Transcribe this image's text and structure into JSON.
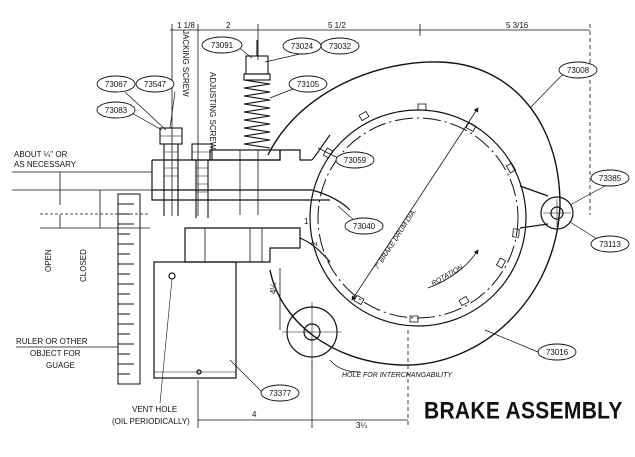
{
  "title": "BRAKE ASSEMBLY",
  "part_numbers": {
    "p73091": "73091",
    "p73024": "73024",
    "p73032": "73032",
    "p73067": "73067",
    "p73547": "73547",
    "p73105": "73105",
    "p73083": "73083",
    "p73008": "73008",
    "p73059": "73059",
    "p73385": "73385",
    "p73040": "73040",
    "p73113": "73113",
    "p73016": "73016",
    "p73377": "73377"
  },
  "dimensions": {
    "d1": "1 1/8",
    "d2": "2",
    "d3": "5 1/2",
    "d4": "5 3/16",
    "d5": "4",
    "d6": "3¼",
    "d7": "4¼",
    "d8": "2",
    "d9": "1"
  },
  "labels": {
    "jacking_screw": "JACKING SCREW",
    "adjusting_screw": "ADJUSTING SCREW",
    "about_line1": "ABOUT ¼\" OR",
    "about_line2": "AS NECESSARY",
    "open": "OPEN",
    "closed": "CLOSED",
    "ruler_line1": "RULER OR OTHER",
    "ruler_line2": "OBJECT FOR",
    "ruler_line3": "GUAGE",
    "vent_line1": "VENT HOLE",
    "vent_line2": "(OIL PERIODICALLY)",
    "drum_dia": "7\" BRAKE DRUM DIA.",
    "rotation": "ROTATION",
    "hole": "HOLE FOR INTERCHANGABILITY"
  }
}
